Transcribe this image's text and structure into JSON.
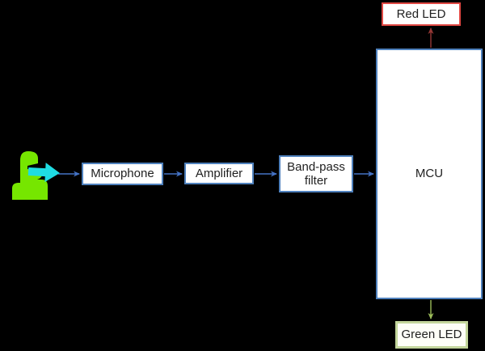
{
  "diagram": {
    "description": "Sound-detection block diagram on black background",
    "nodes": {
      "source": {
        "label": "",
        "icon": "speaking-person-icon"
      },
      "microphone": {
        "label": "Microphone"
      },
      "amplifier": {
        "label": "Amplifier"
      },
      "bandpass_filter": {
        "label": "Band-pass filter"
      },
      "mcu": {
        "label": "MCU"
      },
      "red_led": {
        "label": "Red LED"
      },
      "green_led": {
        "label": "Green LED"
      }
    },
    "edges": [
      {
        "from": "source",
        "to": "microphone"
      },
      {
        "from": "microphone",
        "to": "amplifier"
      },
      {
        "from": "amplifier",
        "to": "bandpass_filter"
      },
      {
        "from": "bandpass_filter",
        "to": "mcu"
      },
      {
        "from": "mcu",
        "to": "red_led"
      },
      {
        "from": "mcu",
        "to": "green_led"
      }
    ]
  },
  "colors": {
    "background": "#000000",
    "node-fill": "#ffffff",
    "node-border-blue": "#4f81bd",
    "connector-blue": "#4472c4",
    "red-led-border": "#e04843",
    "red-arrow": "#953735",
    "green-led-border": "#c3d69b",
    "green-arrow": "#9bbb59",
    "person-green": "#76e600",
    "speech-arrow-cyan": "#1fdce3",
    "text": "#1f1f1f"
  }
}
